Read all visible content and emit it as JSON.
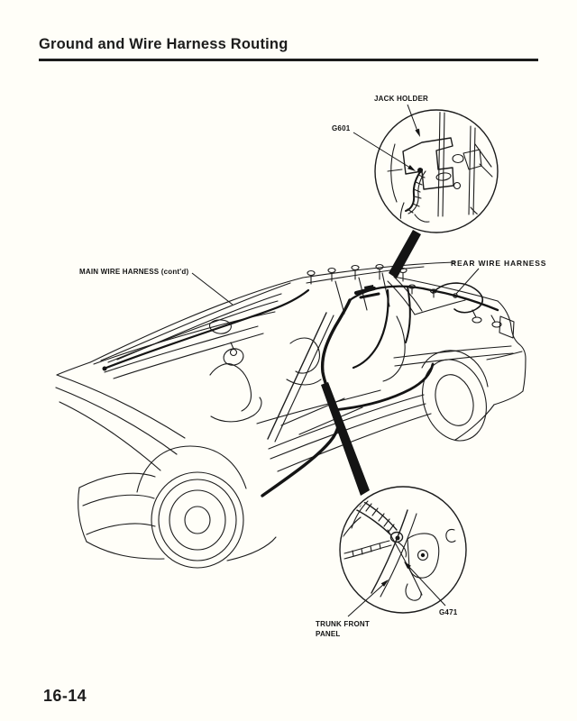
{
  "page": {
    "title": "Ground and Wire Harness Routing",
    "page_number": "16-14"
  },
  "labels": {
    "jack_holder": "JACK HOLDER",
    "g601": "G601",
    "main_wire_harness": "MAIN WIRE HARNESS (cont'd)",
    "rear_wire_harness": "REAR WIRE HARNESS",
    "trunk_front_line1": "TRUNK FRONT",
    "trunk_front_line2": "PANEL",
    "g471": "G471"
  },
  "colors": {
    "ink": "#1c1c1c",
    "paper": "#fffef8"
  }
}
